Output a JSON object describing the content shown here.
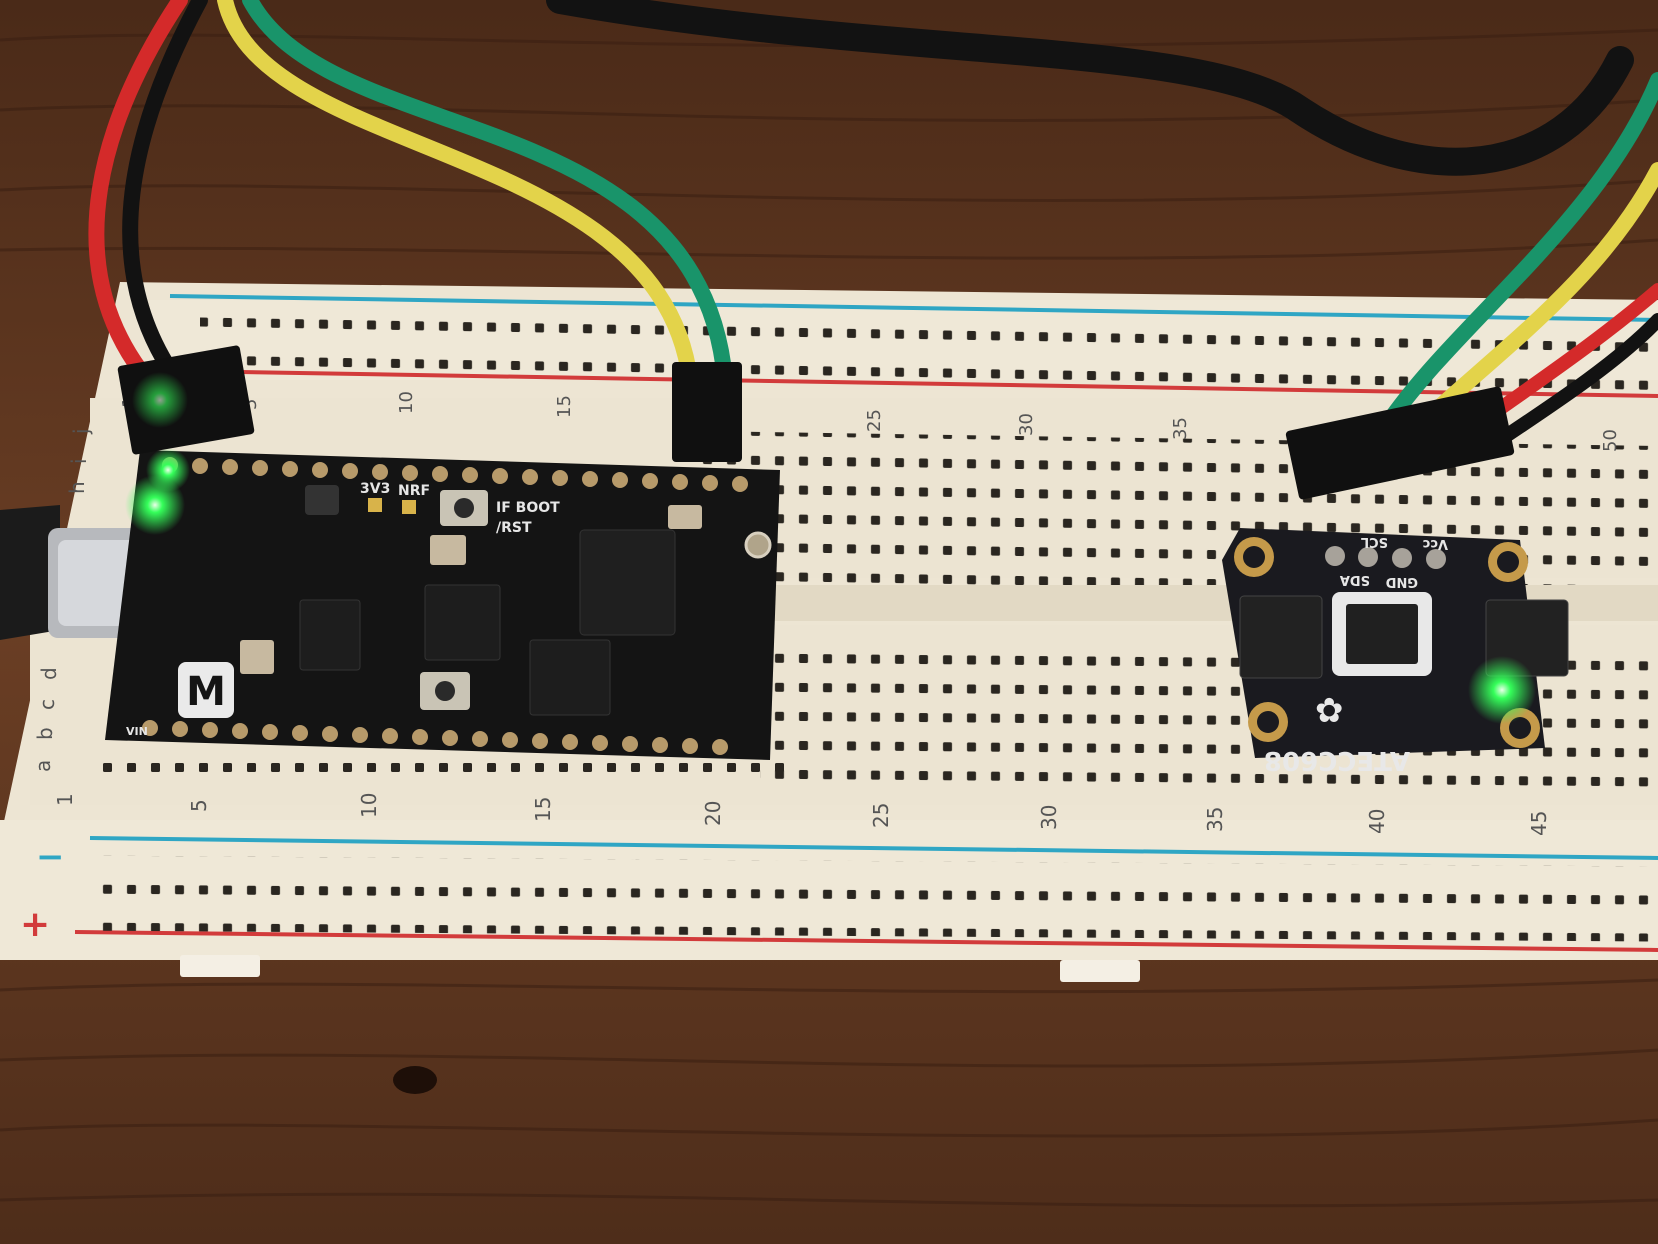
{
  "breadboard": {
    "row_letters_top": [
      "j",
      "i",
      "h"
    ],
    "row_letters_bottom": [
      "d",
      "c",
      "b",
      "a"
    ],
    "column_numbers": [
      "1",
      "5",
      "10",
      "15",
      "20",
      "25",
      "30",
      "35",
      "40",
      "45",
      "50"
    ],
    "rail_minus": "−",
    "rail_plus": "+",
    "colors": {
      "body": "#ede5d3",
      "blue_line": "#2fa6c4",
      "red_line": "#d23b3b",
      "hole": "#2a2620"
    }
  },
  "mcu_board": {
    "silkscreen": [
      "3V3",
      "NRF",
      "IF BOOT",
      "/RST",
      "VIN"
    ],
    "logo_letter": "M",
    "colors": {
      "pcb": "#141414",
      "pad": "#b79a6a",
      "led": "#35ff5a"
    }
  },
  "sensor_board": {
    "chip_label": "ATECC608",
    "pin_labels": [
      "SDA",
      "GND",
      "SCL",
      "Vcc"
    ],
    "colors": {
      "pcb": "#1a1a1f",
      "pad": "#c59a4a",
      "led": "#35ff5a"
    }
  },
  "wires": {
    "colors": [
      "#d42a2a",
      "#121212",
      "#e3d34a",
      "#19946a"
    ]
  },
  "table": {
    "color": "#5a3520",
    "grain": "#3a1f12"
  }
}
